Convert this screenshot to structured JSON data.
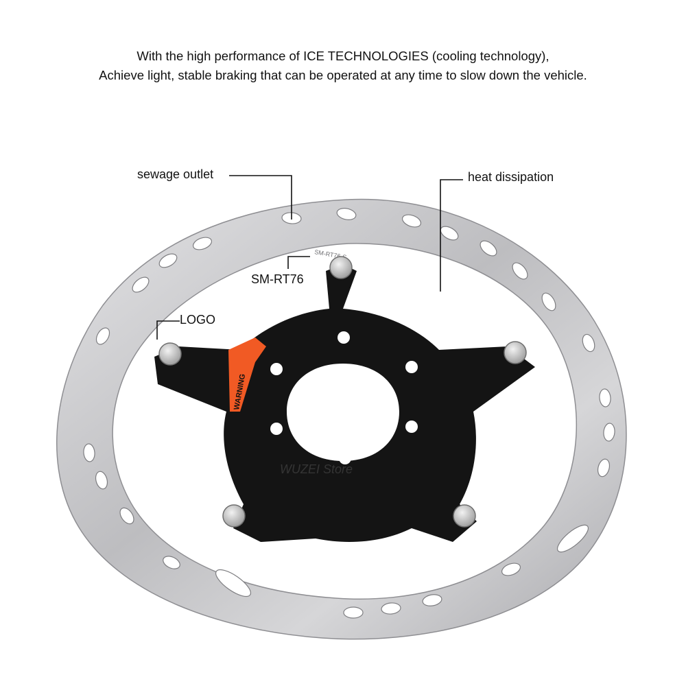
{
  "headline": {
    "line1": "With the high performance of ICE TECHNOLOGIES (cooling technology),",
    "line2": "Achieve light, stable braking that can be operated at any time to slow down the vehicle."
  },
  "callouts": {
    "sewage_outlet": "sewage outlet",
    "heat_dissipation": "heat dissipation",
    "model": "SM-RT76",
    "logo": "LOGO"
  },
  "rotor": {
    "rim_engraving": "SM-RT76-S",
    "carrier_label": "WARNING",
    "watermark": "WUZEI Store"
  },
  "colors": {
    "rotor_steel": "#c9c9cb",
    "carrier_black": "#141414",
    "warning_orange": "#f15a24"
  }
}
